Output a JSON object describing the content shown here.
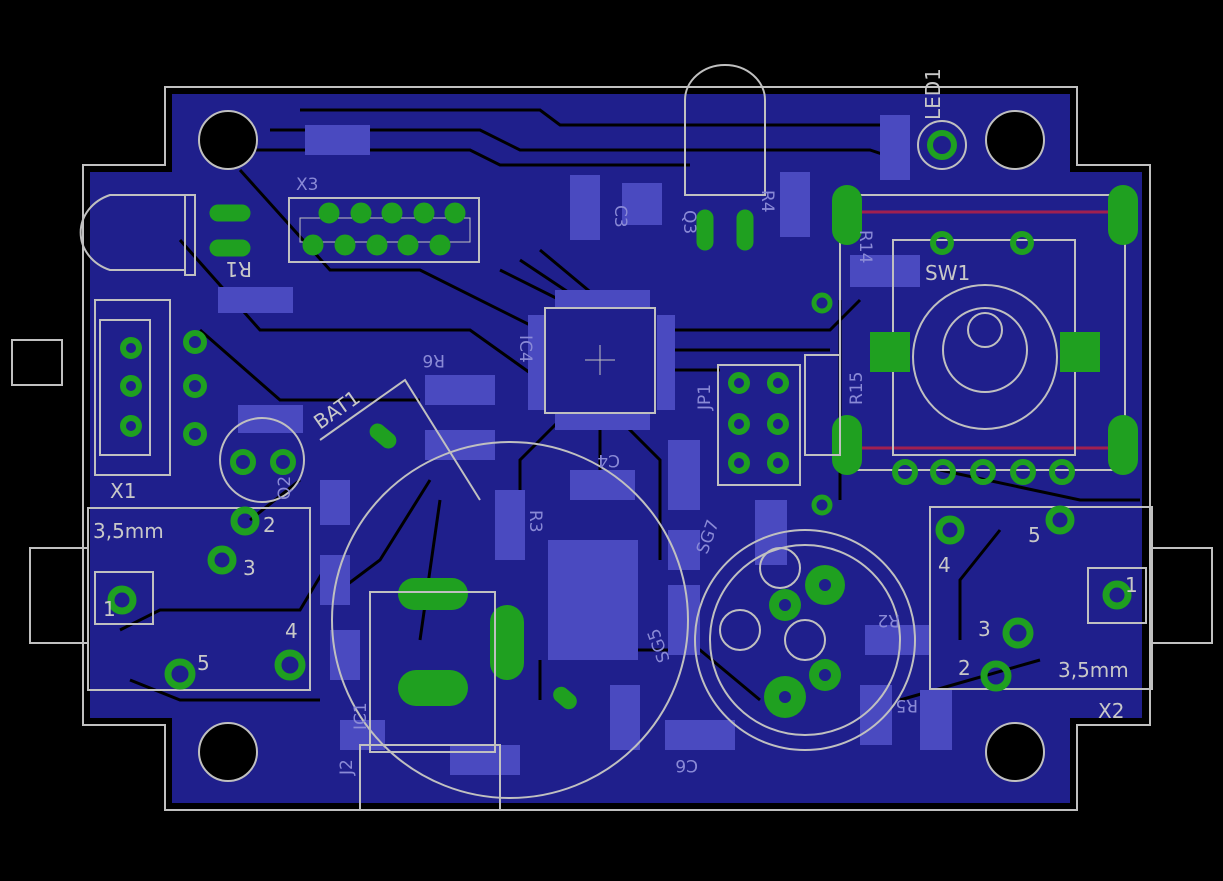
{
  "board": {
    "colors": {
      "background": "#000000",
      "copper": "#1f1f8c",
      "pad": "#4a4ac0",
      "via": "#1fa020",
      "silk": "#c0c0c0",
      "dimension": "#c8c8c8",
      "bus": "#a02050"
    }
  },
  "labels": {
    "led1": "LED1",
    "x3": "X3",
    "r1": "R1",
    "sw1": "SW1",
    "x1": "X1",
    "x2": "X2",
    "jack1_size": "3,5mm",
    "jack2_size": "3,5mm",
    "bat1": "BAT1",
    "jp1": "JP1",
    "r15": "R15",
    "ic4": "IC4",
    "ic1": "IC1",
    "j2": "J2",
    "q2": "Q2",
    "sg7": "SG7",
    "sg5": "SG5",
    "r6": "R6",
    "r3": "R3",
    "c3": "C3",
    "q3": "Q3",
    "r4": "R4",
    "c4": "C4",
    "r14": "R14",
    "c6": "C6",
    "r5": "R5",
    "r2": "R2",
    "x1_pins": [
      "1",
      "2",
      "3",
      "4",
      "5"
    ],
    "x2_pins": [
      "1",
      "2",
      "3",
      "4",
      "5"
    ]
  }
}
